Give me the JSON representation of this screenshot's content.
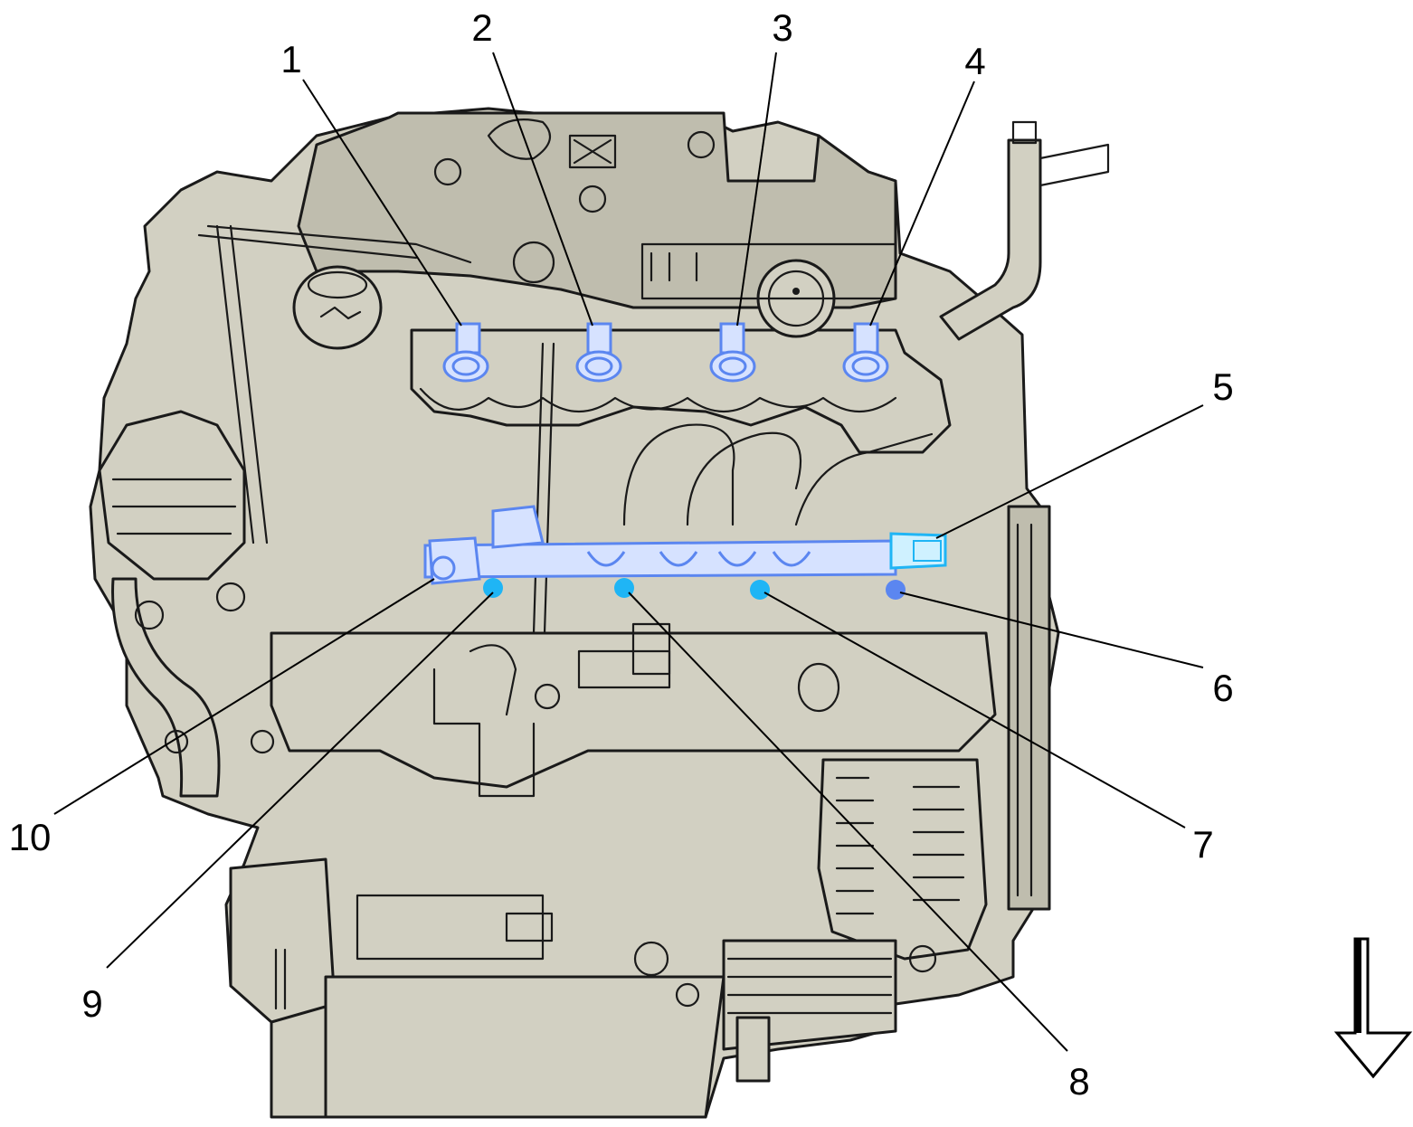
{
  "callouts": [
    {
      "id": "1",
      "label": "1"
    },
    {
      "id": "2",
      "label": "2"
    },
    {
      "id": "3",
      "label": "3"
    },
    {
      "id": "4",
      "label": "4"
    },
    {
      "id": "5",
      "label": "5"
    },
    {
      "id": "6",
      "label": "6"
    },
    {
      "id": "7",
      "label": "7"
    },
    {
      "id": "8",
      "label": "8"
    },
    {
      "id": "9",
      "label": "9"
    },
    {
      "id": "10",
      "label": "10"
    }
  ],
  "colors": {
    "engine_fill": "#d2d0c2",
    "outline": "#1a1a1a",
    "highlight_blue": "#5b86f0",
    "highlight_cyan": "#1fb5f5",
    "background": "#ffffff"
  },
  "icons": {
    "direction_arrow": "down-arrow-icon"
  }
}
